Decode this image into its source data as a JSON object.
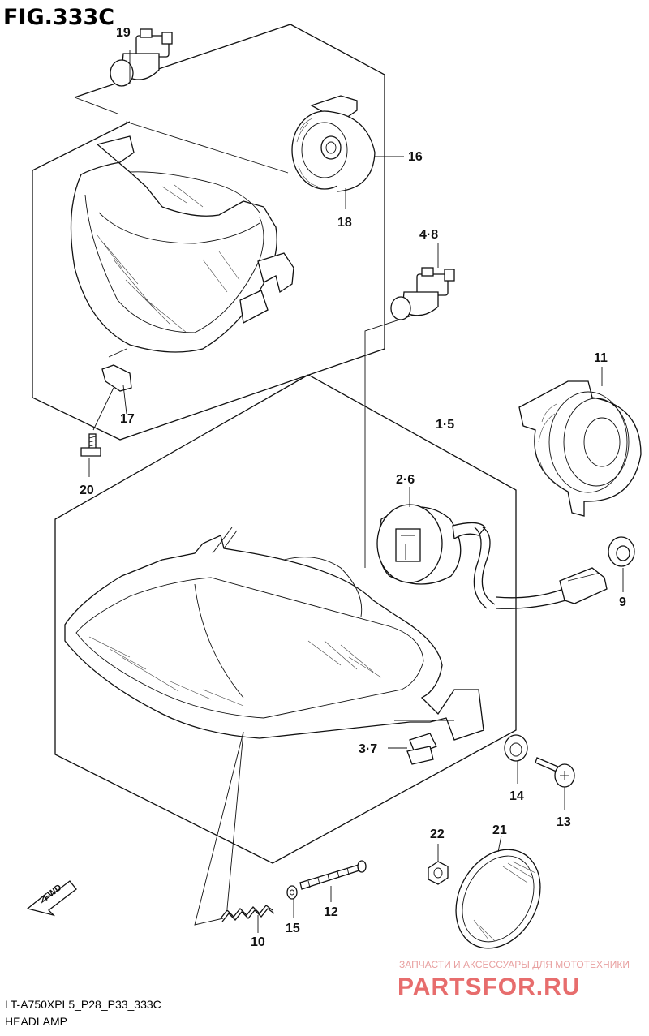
{
  "figure_title": "FIG.333C",
  "model_code": "LT-A750XPL5_P28_P33_333C",
  "section_name": "HEADLAMP",
  "fwd_label": "FWD",
  "watermark": {
    "tagline": "ЗАПЧАСТИ И АКСЕССУАРЫ ДЛЯ МОТОТЕХНИКИ",
    "brand": "PARTSFOR.RU"
  },
  "callouts": [
    {
      "id": "19",
      "text": "19"
    },
    {
      "id": "16",
      "text": "16"
    },
    {
      "id": "18",
      "text": "18"
    },
    {
      "id": "4-8",
      "text": "4·8"
    },
    {
      "id": "11",
      "text": "11"
    },
    {
      "id": "17",
      "text": "17"
    },
    {
      "id": "1-5",
      "text": "1·5"
    },
    {
      "id": "20",
      "text": "20"
    },
    {
      "id": "2-6",
      "text": "2·6"
    },
    {
      "id": "9",
      "text": "9"
    },
    {
      "id": "3-7",
      "text": "3·7"
    },
    {
      "id": "14",
      "text": "14"
    },
    {
      "id": "13",
      "text": "13"
    },
    {
      "id": "22",
      "text": "22"
    },
    {
      "id": "21",
      "text": "21"
    },
    {
      "id": "12",
      "text": "12"
    },
    {
      "id": "15",
      "text": "15"
    },
    {
      "id": "10",
      "text": "10"
    }
  ],
  "colors": {
    "line": "#111111",
    "background": "#ffffff",
    "watermark": "#e76d6d"
  }
}
